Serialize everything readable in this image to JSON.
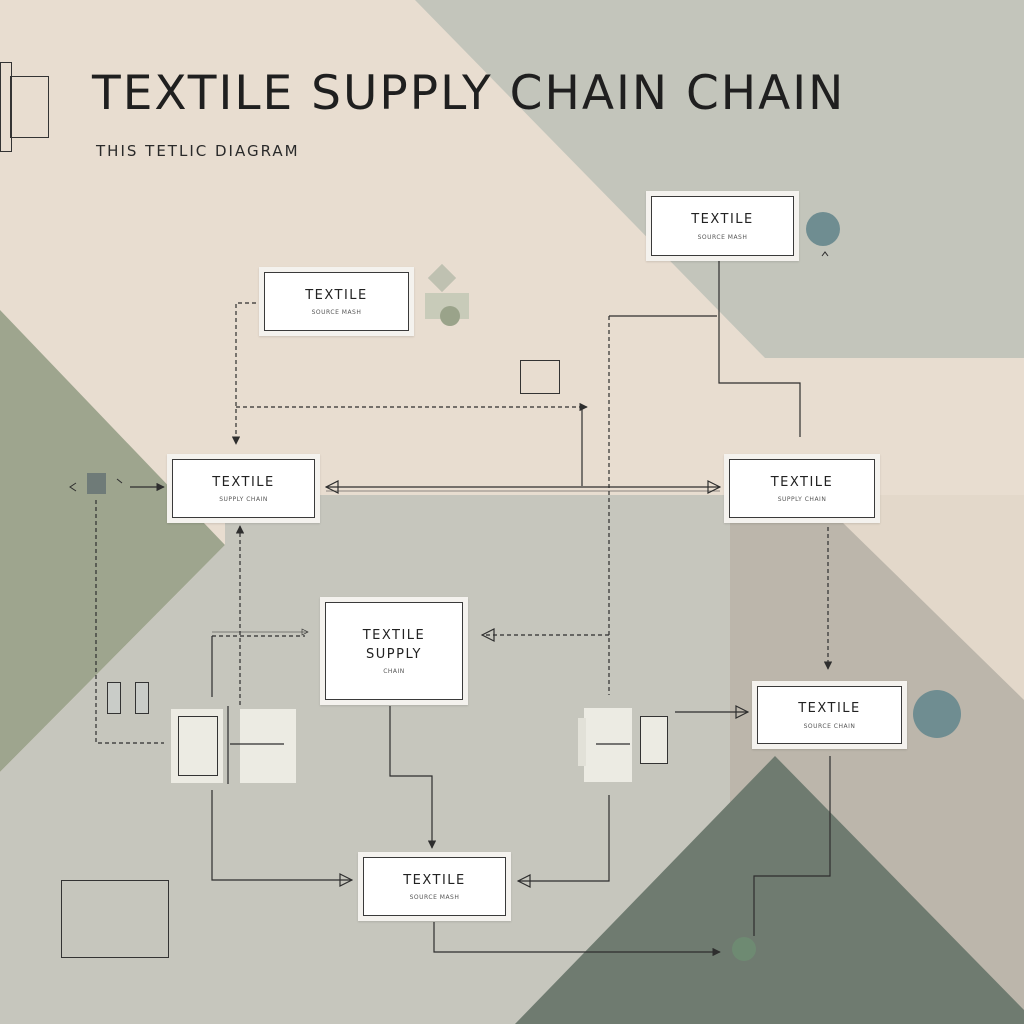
{
  "title": "TEXTILE SUPPLY CHAIN CHAIN",
  "subtitle": "THIS TETLIC DIAGRAM",
  "colors": {
    "background": "#e8ddd0",
    "panel_grey": "#c4c4bb",
    "panel_sage": "#9ea58e",
    "panel_dark": "#6f7b70",
    "panel_taupe": "#bab3a8",
    "accent_teal": "#6f8d91",
    "line": "#2e2e2e"
  },
  "nodes": [
    {
      "id": "top-right",
      "label": "TEXTILE",
      "sub": "SOURCE MASH"
    },
    {
      "id": "top-left",
      "label": "TEXTILE",
      "sub": "SOURCE MASH"
    },
    {
      "id": "mid-left",
      "label": "TEXTILE",
      "sub": "SUPPLY CHAIN"
    },
    {
      "id": "mid-right",
      "label": "TEXTILE",
      "sub": "SUPPLY CHAIN"
    },
    {
      "id": "center",
      "label": "TEXTILE\nSUPPLY",
      "sub": "CHAIN"
    },
    {
      "id": "right-lower",
      "label": "TEXTILE",
      "sub": "SOURCE CHAIN"
    },
    {
      "id": "bottom",
      "label": "TEXTILE",
      "sub": "SOURCE MASH"
    }
  ]
}
